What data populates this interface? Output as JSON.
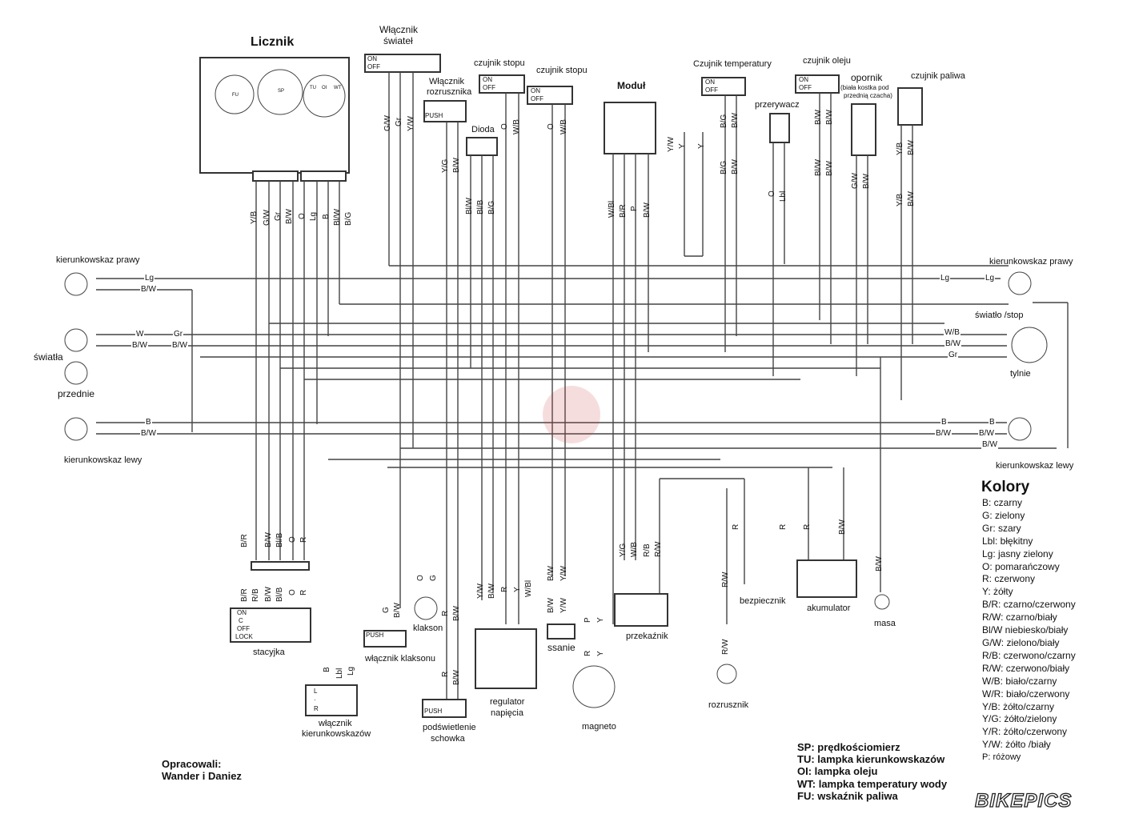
{
  "components": {
    "licznik": "Licznik",
    "wlacznik_swiatel": [
      "Włącznik",
      "świateł"
    ],
    "wlacznik_rozrusznika": [
      "Włącznik",
      "rozrusznika"
    ],
    "czujnik_stopu_1": "czujnik stopu",
    "czujnik_stopu_2": "czujnik stopu",
    "dioda": "Dioda",
    "modul": "Moduł",
    "czujnik_temperatury": "Czujnik temperatury",
    "czujnik_oleju": "czujnik oleju",
    "przerywacz": "przerywacz",
    "opornik": "opornik",
    "opornik_note": [
      "(biała kostka pod",
      "przednią czacha)"
    ],
    "czujnik_paliwa": "czujnik paliwa",
    "kierunkowskaz_prawy_l": "kierunkowskaz prawy",
    "kierunkowskaz_prawy_r": "kierunkowskaz prawy",
    "swiatla": "światła",
    "przednie": "przednie",
    "kierunkowskaz_lewy_l": "kierunkowskaz lewy",
    "kierunkowskaz_lewy_r": "kierunkowskaz lewy",
    "swiatlo_stop": "światło /stop",
    "tylnie": "tylnie",
    "stacyjka": "stacyjka",
    "wlacznik_kierunkowskazow": [
      "włącznik",
      "kierunkowskazów"
    ],
    "wlacznik_klaksonu": "włącznik klaksonu",
    "klakson": "klakson",
    "podswietlenie": [
      "podświetlenie",
      "schowka"
    ],
    "regulator": [
      "regulator",
      "napięcia"
    ],
    "ssanie": "ssanie",
    "magneto": "magneto",
    "przekaznik": "przekaźnik",
    "rozrusznik": "rozrusznik",
    "bezpiecznik": "bezpiecznik",
    "akumulator": "akumulator",
    "masa": "masa"
  },
  "switch_labels": {
    "on": "ON",
    "off": "OFF",
    "push": "PUSH",
    "c": "C",
    "lock": "LOCK",
    "l": "L",
    "r": "R",
    "dot": "·"
  },
  "gauge_labels": {
    "fu": "FU",
    "sp": "SP",
    "tu": "TU",
    "oi": "OI",
    "wt": "WT"
  },
  "legend": {
    "title": "Kolory",
    "items": [
      "B: czarny",
      "G: zielony",
      "Gr: szary",
      "Lbl: błękitny",
      "Lg: jasny zielony",
      "O: pomarańczowy",
      "R: czerwony",
      "Y: żółty",
      "B/R: czarno/czerwony",
      "R/W: czarno/biały",
      "Bl/W niebiesko/biały",
      "G/W: zielono/biały",
      "R/B: czerwono/czarny",
      "R/W: czerwono/biały",
      "W/B: biało/czarny",
      "W/R: biało/czerwony",
      "Y/B: żółto/czarny",
      "Y/G: żółto/zielony",
      "Y/R: żółto/czerwony",
      "Y/W: żółto /biały",
      "P: różowy"
    ]
  },
  "notes": [
    "SP: prędkościomierz",
    "TU: lampka kierunkowskazów",
    "OI: lampka oleju",
    "WT: lampka temperatury wody",
    "FU: wskaźnik paliwa"
  ],
  "credits": [
    "Opracowali:",
    "Wander i Daniez"
  ],
  "brand": "BIKEPICS",
  "wire_colors": {
    "licznik_bottom": [
      "Y/B",
      "G/W",
      "Gr",
      "B/W",
      "O",
      "Lg",
      "B",
      "Bl/W",
      "B/G"
    ],
    "swiatel_out": [
      "G/W",
      "Gr",
      "Y/W"
    ],
    "rozrusznika_out": [
      "Y/G",
      "B/W"
    ],
    "dioda_out": [
      "Bl/W",
      "Bl/B",
      "B/G"
    ],
    "stop1_out": [
      "O",
      "W/B"
    ],
    "stop2_out": [
      "O",
      "W/B"
    ],
    "modul_out": [
      "W/Bl",
      "B/R",
      "P",
      "B/W"
    ],
    "modul_side": [
      "Y/W",
      "Y",
      "Y"
    ],
    "temp_out": [
      "B/G",
      "B/W",
      "B/G",
      "B/W"
    ],
    "przerywacz_out": [
      "O",
      "Lbl"
    ],
    "olej_out": [
      "B/W",
      "B/W",
      "Bl/W",
      "B/W"
    ],
    "opornik_out": [
      "G/W",
      "B/W"
    ],
    "paliwo_out": [
      "Y/B",
      "B/W",
      "Y/B",
      "B/W"
    ],
    "front_right": [
      "Lg",
      "B/W"
    ],
    "front_lights": [
      "W",
      "Gr",
      "B/W",
      "B/W"
    ],
    "front_left": [
      "B",
      "B/W"
    ],
    "rear_right": [
      "Lg",
      "Lg"
    ],
    "rear_stop": [
      "W/B",
      "B/W",
      "Gr"
    ],
    "rear_left": [
      "B",
      "B",
      "B/W",
      "B/W",
      "B/W"
    ],
    "stacyjka_top": [
      "B/R",
      "B/W",
      "Bl/B",
      "O",
      "R"
    ],
    "stacyjka_bottom": [
      "B/R",
      "R/B",
      "B/W",
      "Bl/B",
      "O",
      "R"
    ],
    "kierunkowskazow_top": [
      "B",
      "Lbl",
      "Lg"
    ],
    "klaksonu_top": [
      "G",
      "B/W"
    ],
    "klakson_top": [
      "O",
      "G"
    ],
    "podswietlenie_top": [
      "R",
      "B/W",
      "R",
      "B/W"
    ],
    "regulator_top": [
      "Y/W",
      "B/W",
      "R",
      "Y",
      "W/Bl"
    ],
    "ssanie_top": [
      "B/W",
      "Y/W",
      "B/W",
      "Y/W"
    ],
    "magneto_top": [
      "P",
      "Y",
      "R",
      "Y"
    ],
    "przekaznik_top": [
      "Y/G",
      "W/B",
      "R/B",
      "R/W"
    ],
    "rozrusznik_top": [
      "R/W",
      "R/W"
    ],
    "battery_area": [
      "R",
      "R",
      "R",
      "B/W"
    ],
    "masa_top": [
      "B/W"
    ]
  }
}
